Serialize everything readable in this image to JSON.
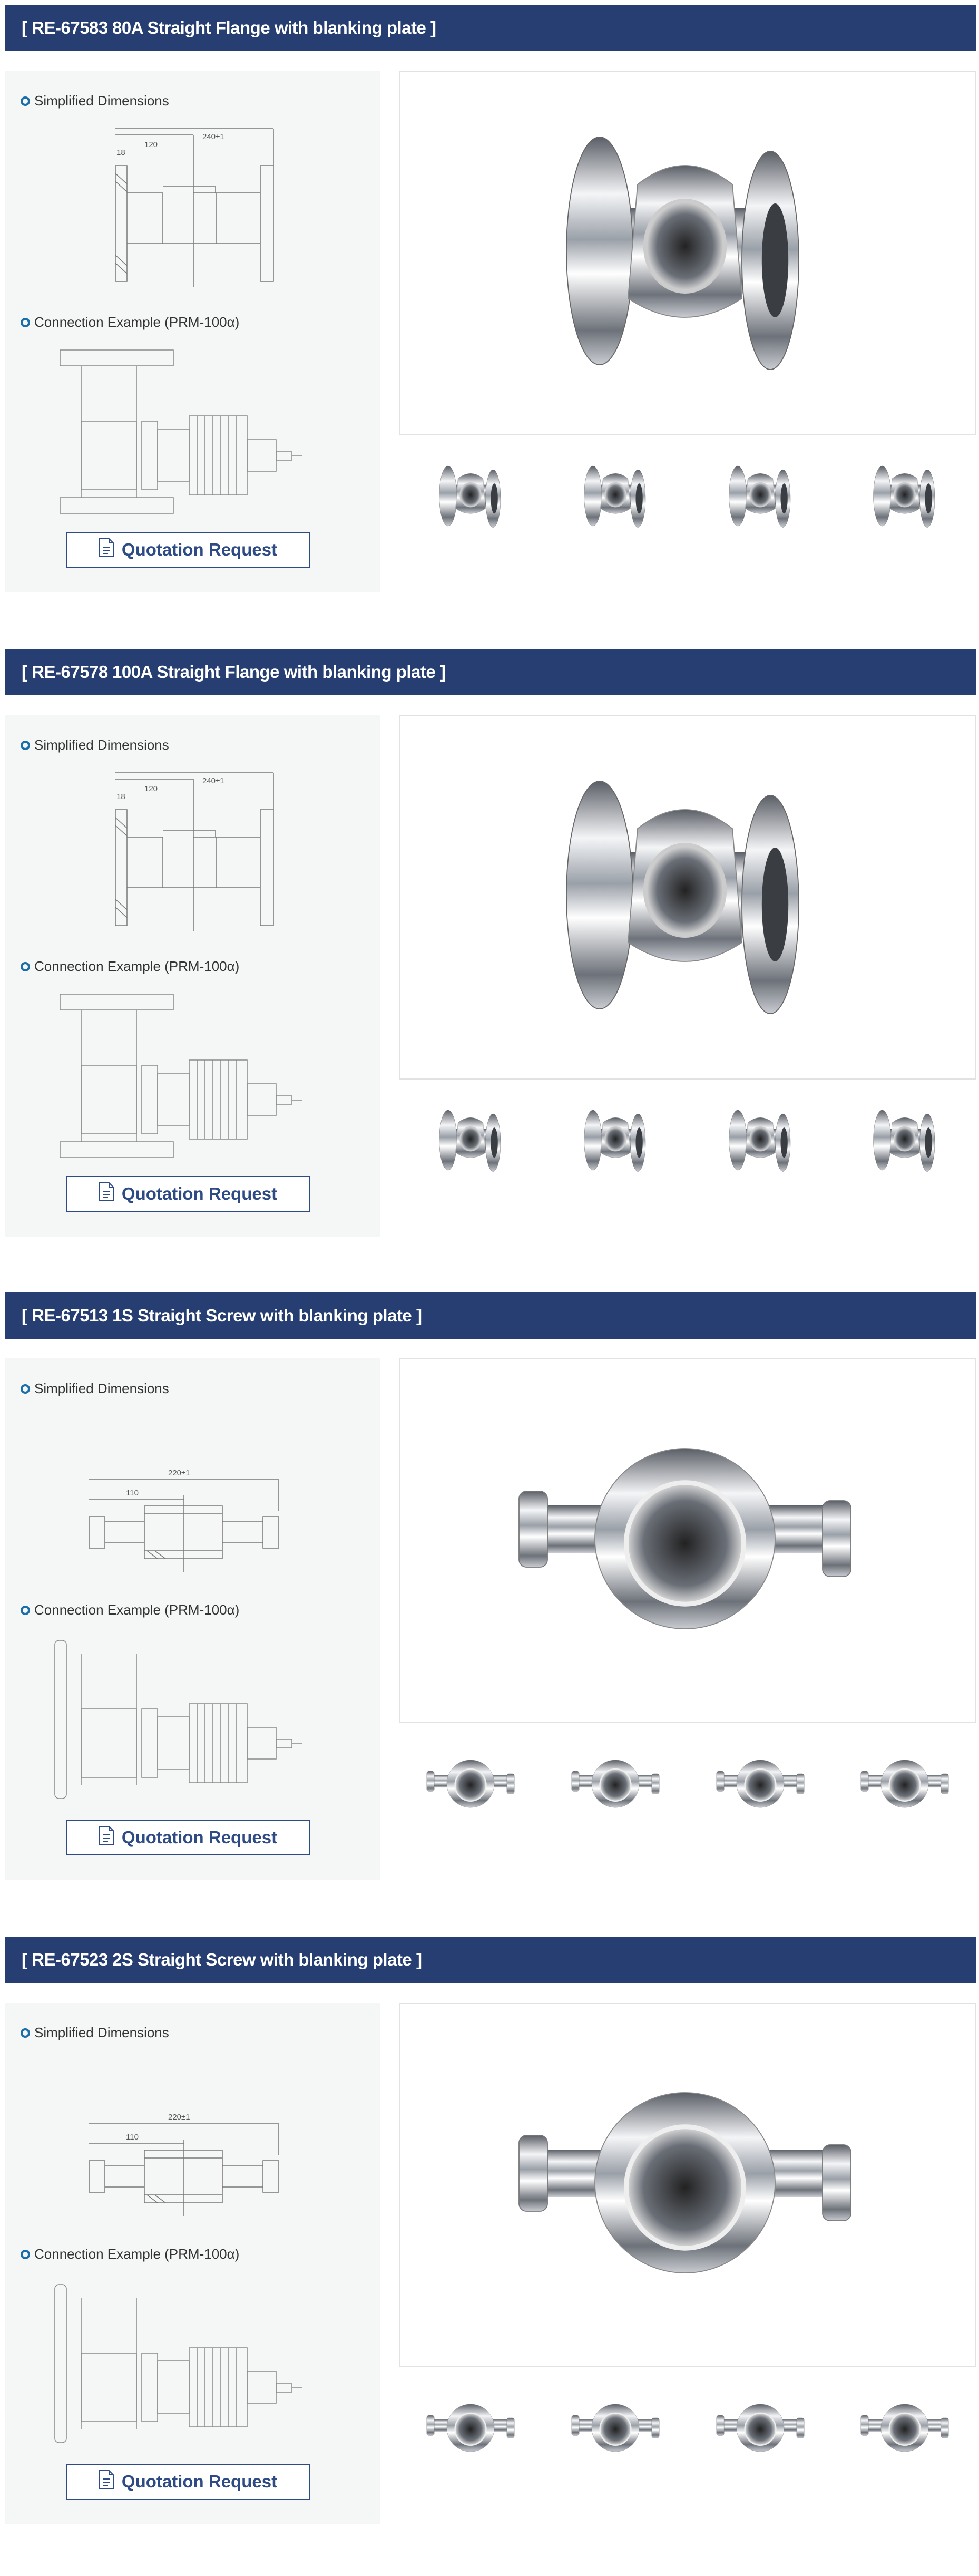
{
  "products": [
    {
      "code": "[ RE-67583",
      "title": "80A Straight Flange with blanking plate ]",
      "type": "flange",
      "dims": {
        "total": "240±1",
        "half": "120",
        "flange": "18"
      }
    },
    {
      "code": "[ RE-67578",
      "title": "100A Straight Flange with blanking plate ]",
      "type": "flange",
      "dims": {
        "total": "240±1",
        "half": "120",
        "flange": "18"
      }
    },
    {
      "code": "[ RE-67513",
      "title": "1S Straight Screw with blanking plate ]",
      "type": "screw",
      "dims": {
        "total": "220±1",
        "half": "110"
      }
    },
    {
      "code": "[ RE-67523",
      "title": "2S Straight Screw with blanking plate ]",
      "type": "screw",
      "dims": {
        "total": "220±1",
        "half": "110"
      }
    }
  ],
  "labels": {
    "dimensions": "Simplified Dimensions",
    "connection": "Connection Example (PRM-100α)",
    "quotation": "Quotation Request"
  },
  "icons": {
    "bullet": "ring-bullet-icon",
    "button": "document-icon"
  },
  "colors": {
    "header": "#263e72",
    "accent": "#1b6fa8",
    "button": "#2e4b85"
  }
}
